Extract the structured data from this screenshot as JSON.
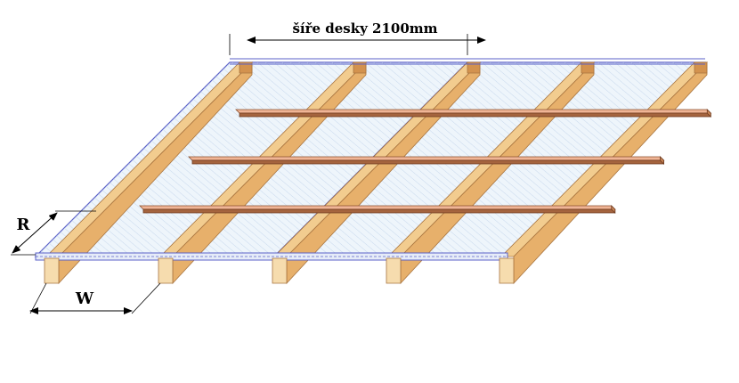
{
  "labels": {
    "sheet_width": "šíře desky 2100mm",
    "rafter_spacing": "W",
    "batten_spacing": "R"
  },
  "colors": {
    "timber_light": "#f2cc8f",
    "timber_mid": "#e7b06b",
    "timber_dark": "#d3924e",
    "batten_top": "#f0b596",
    "batten_side": "#a5643e",
    "glazing_fill": "#eef5fb",
    "glazing_hatch": "#b9cde8",
    "sheet_edge": "#5b62c8",
    "dimension_line": "#000000"
  }
}
